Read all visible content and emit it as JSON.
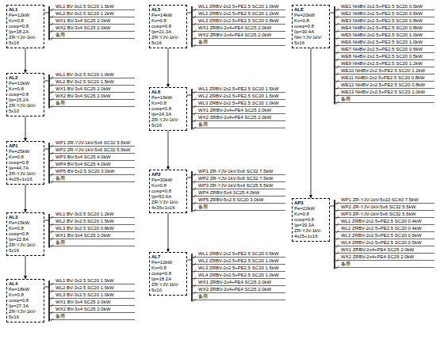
{
  "diagram": {
    "nodes": [
      {
        "text": [
          "AL1",
          "Pe=12kW Kx=0.8 cosφ=0.8 Ijs=18.2A",
          "ZR-YJV-1kV-5x16"
        ]
      },
      {
        "text": [
          "AL2",
          "Pe=10kW Kx=0.8 cosφ=0.8 Ijs=15.2A",
          "ZR-YJV-1kV-5x10"
        ]
      },
      {
        "text": [
          "AP1",
          "Pe=25kW Kx=0.8 cosφ=0.8 Ijs=44.7A",
          "ZR-YJV-1kV-4x25+1x16"
        ]
      },
      {
        "text": [
          "AL3",
          "Pe=15kW Kx=0.8 cosφ=0.8 Ijs=22.8A",
          "ZR-YJV-1kV-5x16"
        ]
      },
      {
        "text": [
          "AL4",
          "Pe=18kW Kx=0.8 cosφ=0.8 Ijs=27.3A",
          "ZR-YJV-1kV-5x16"
        ]
      },
      {
        "text": [
          "AL5",
          "Pe=14kW Kx=0.8 cosφ=0.8 Ijs=21.3A",
          "ZR-YJV-1kV-5x16"
        ]
      },
      {
        "text": [
          "AL6",
          "Pe=16kW Kx=0.8 cosφ=0.8 Ijs=24.3A",
          "ZR-YJV-1kV-5x16"
        ]
      },
      {
        "text": [
          "AP2",
          "Pe=30kW Kx=0.8 cosφ=0.8 Ijs=53.6A",
          "ZR-YJV-1kV-4x35+1x16"
        ]
      },
      {
        "text": [
          "AL7",
          "Pe=12kW Kx=0.8 cosφ=0.8 Ijs=18.2A",
          "ZR-YJV-1kV-5x10"
        ]
      },
      {
        "text": [
          "ALE",
          "Pe=20kW Kx=0.8 cosφ=0.8 Ijs=30.4A",
          "NH-YJV-1kV-5x16"
        ]
      },
      {
        "text": [
          "AP3",
          "Pe=22kW Kx=0.8 cosφ=0.8 Ijs=39.3A",
          "ZR-YJV-1kV-4x25+1x16"
        ]
      }
    ],
    "edges": [
      {
        "from": 0,
        "to": 1,
        "arrow": "to"
      },
      {
        "from": 1,
        "to": 2,
        "arrow": "to"
      },
      {
        "from": 2,
        "to": 3,
        "arrow": "to"
      },
      {
        "from": 3,
        "to": 4,
        "arrow": "to"
      },
      {
        "from": 5,
        "to": 6,
        "arrow": "to"
      },
      {
        "from": 6,
        "to": 7,
        "arrow": "to"
      },
      {
        "from": 7,
        "to": 8,
        "arrow": "to"
      },
      {
        "from": 9,
        "to": 10,
        "arrow": "to"
      }
    ],
    "labels": [
      "WL1 BV-3x2.5 SC20 1.5kW",
      "WL2 BV-3x2.5 SC20 1.2kW",
      "WX1 BV-3x4 SC25 2.0kW",
      "WX2 BV-3x4 SC25 2.0kW",
      "备用",
      "WL1 BV-3x2.5 SC20 1.0kW",
      "WL2 BV-3x2.5 SC20 1.5kW",
      "WX1 BV-3x4 SC25 2.0kW",
      "WX2 BV-3x4 SC25 2.0kW",
      "备用",
      "WP1 ZR-YJV-1kV-5x6 SC32 5.5kW",
      "WP2 ZR-YJV-1kV-5x6 SC32 5.5kW",
      "WP3 BV-5x4 SC25 4.0kW",
      "WP4 BV-5x4 SC25 4.0kW",
      "WP5 BV-5x2.5 SC20 3.0kW",
      "备用",
      "WL1 BV-3x2.5 SC20 1.2kW",
      "WL2 BV-3x2.5 SC20 1.5kW",
      "WL3 BV-3x2.5 SC20 0.8kW",
      "WX1 BV-3x4 SC25 2.0kW",
      "备用",
      "WL1 BV-3x2.5 SC20 1.5kW",
      "WL2 BV-3x2.5 SC20 1.5kW",
      "WL3 BV-3x2.5 SC20 1.0kW",
      "WX1 BV-3x4 SC25 2.0kW",
      "WX2 BV-3x4 SC25 2.0kW",
      "备用",
      "WL1 ZRBV-2x2.5+PE2.5 SC20 1.0kW",
      "WL2 ZRBV-2x2.5+PE2.5 SC20 1.2kW",
      "WL3 ZRBV-2x2.5+PE2.5 SC20 0.8kW",
      "WX1 ZRBV-2x4+PE4 SC25 2.0kW",
      "WX2 ZRBV-2x4+PE4 SC25 2.0kW",
      "备用",
      "WL1 ZRBV-2x2.5+PE2.5 SC20 1.5kW",
      "WL2 ZRBV-2x2.5+PE2.5 SC20 1.5kW",
      "WL3 ZRBV-2x2.5+PE2.5 SC20 1.0kW",
      "WX1 ZRBV-2x4+PE4 SC25 2.0kW",
      "WX2 ZRBV-2x4+PE4 SC25 2.0kW",
      "备用",
      "WP1 ZR-YJV-1kV-5x6 SC32 7.5kW",
      "WP2 ZR-YJV-1kV-5x6 SC32 7.5kW",
      "WP3 ZR-YJV-1kV-5x4 SC25 5.5kW",
      "WP4 ZRBV-5x4 SC25 4.0kW",
      "WP5 ZRBV-5x2.5 SC20 3.0kW",
      "备用",
      "WL1 ZRBV-2x2.5+PE2.5 SC20 0.5kW",
      "WL2 ZRBV-2x2.5+PE2.5 SC20 1.0kW",
      "WL3 ZRBV-2x2.5+PE2.5 SC20 1.5kW",
      "WL4 ZRBV-2x2.5+PE2.5 SC20 1.0kW",
      "WX1 ZRBV-2x4+PE4 SC25 2.0kW",
      "WX2 ZRBV-2x4+PE4 SC25 2.0kW",
      "备用",
      "WE1 NHBV-2x2.5+PE2.5 SC20 0.5kW",
      "WE2 NHBV-2x2.5+PE2.5 SC20 0.5kW",
      "WE3 NHBV-2x2.5+PE2.5 SC20 0.8kW",
      "WE4 NHBV-2x2.5+PE2.5 SC20 0.8kW",
      "WE5 NHBV-2x2.5+PE2.5 SC20 1.0kW",
      "WE6 NHBV-2x2.5+PE2.5 SC20 1.0kW",
      "WE7 NHBV-2x2.5+PE2.5 SC20 0.5kW",
      "WE8 NHBV-2x2.5+PE2.5 SC20 0.5kW",
      "WE9 NHBV-2x2.5+PE2.5 SC20 1.2kW",
      "WE10 NHBV-2x2.5+PE2.5 SC20 1.2kW",
      "WE11 NHBV-2x2.5+PE2.5 SC20 0.8kW",
      "WE12 NHBV-2x2.5+PE2.5 SC20 0.8kW",
      "WE13 NHBV-2x2.5+PE2.5 SC20 1.0kW",
      "备用",
      "WP1 ZR-YJV-1kV-5x10 SC40 7.5kW",
      "WP2 ZR-YJV-1kV-5x6 SC32 5.5kW",
      "WP3 ZR-YJV-1kV-5x6 SC32 5.5kW",
      "WL1 ZRBV-2x2.5+PE2.5 SC20 0.4kW",
      "WL2 ZRBV-2x2.5+PE2.5 SC20 0.4kW",
      "WL3 ZRBV-2x2.5+PE2.5 SC20 0.5kW",
      "WL4 ZRBV-2x2.5+PE2.5 SC20 0.5kW",
      "WX1 ZRBV-2x4+PE4 SC25 2.0kW",
      "WX2 ZRBV-2x4+PE4 SC25 2.0kW",
      "备用"
    ]
  }
}
